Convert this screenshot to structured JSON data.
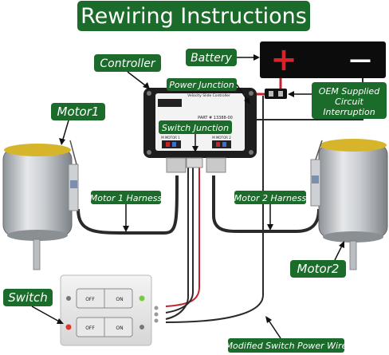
{
  "title": "Rewiring Instructions",
  "labels": {
    "battery": "Battery",
    "controller": "Controller",
    "power_junction": "Power Junction",
    "motor1": "Motor1",
    "switch_junction": "Switch Junction",
    "oem": [
      "OEM Supplied",
      "Circuit",
      "Interruption"
    ],
    "motor1_harness": "Motor 1 Harness",
    "motor2_harness": "Motor 2 Harness",
    "motor2": "Motor2",
    "switch": "Switch",
    "modified_wire": "Modified Switch Power Wire"
  },
  "controller_text": {
    "header": "Velocity Slide Controller",
    "part": "PART # 13388-00",
    "m1": "M MOTOR 1",
    "m2": "M MOTOR 2"
  },
  "switch_text": {
    "off1": "OFF",
    "on1": "ON",
    "off2": "OFF",
    "on2": "ON"
  },
  "battery_signs": {
    "plus": "+",
    "minus": "—"
  },
  "colors": {
    "label_green": "#1b6b2a",
    "wire_red": "#c0232b",
    "wire_dark": "#2a2a2a",
    "battery_body": "#0c0c0c"
  }
}
